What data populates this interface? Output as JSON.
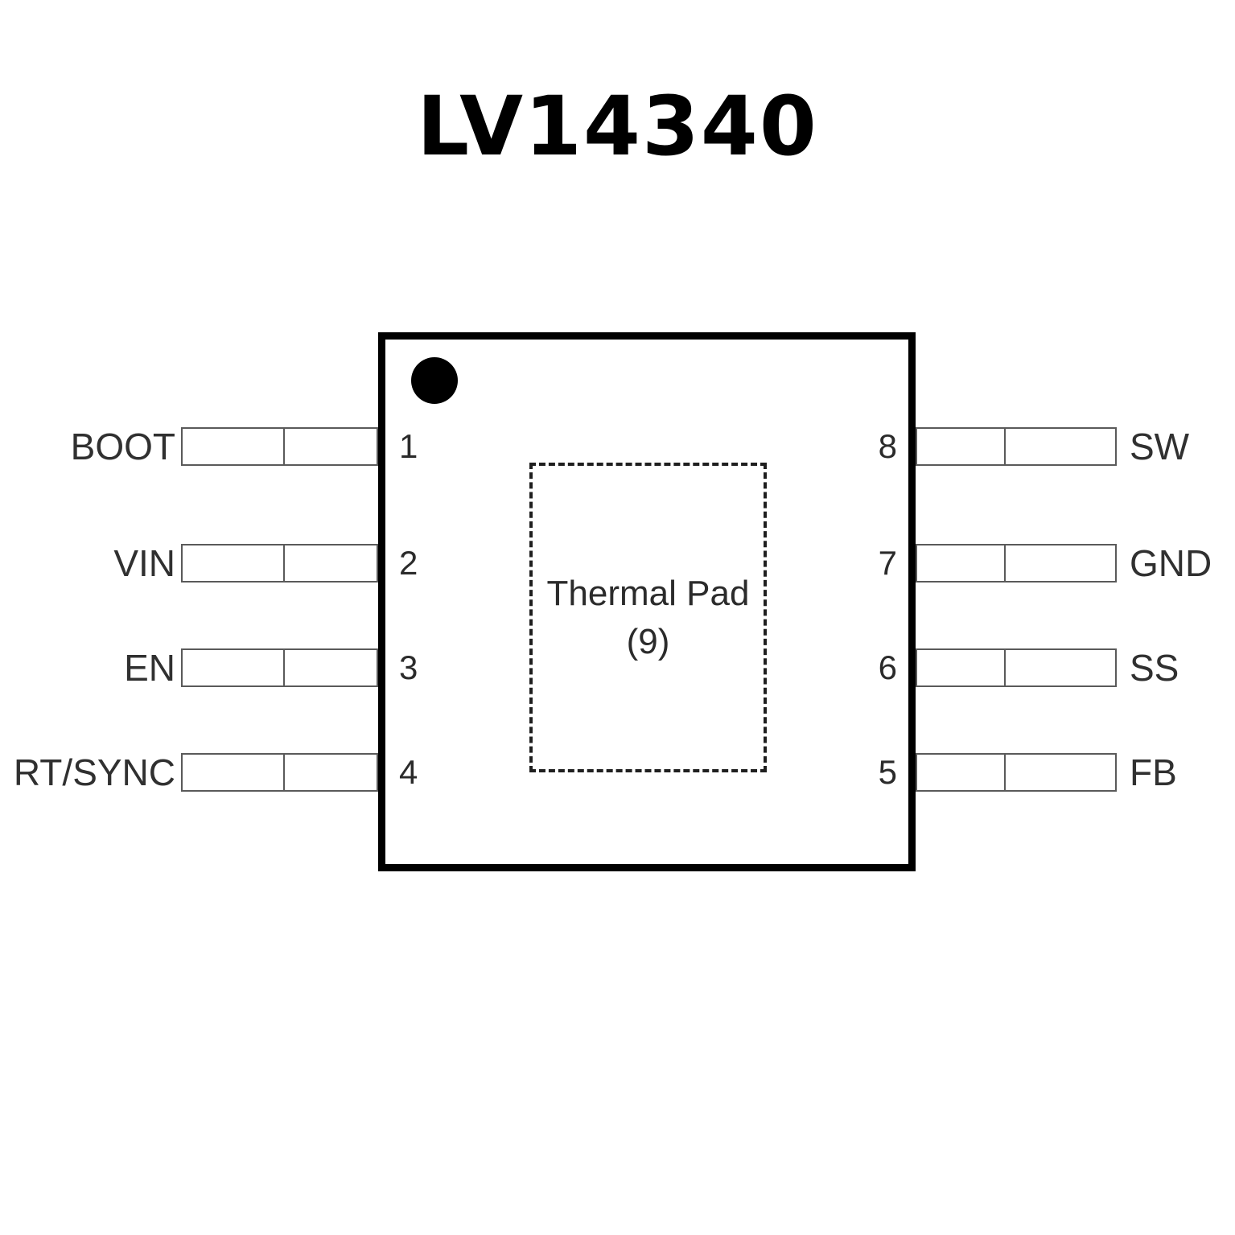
{
  "title": "LV14340",
  "chip": {
    "thermal_pad": {
      "label": "Thermal Pad",
      "pin": "(9)"
    },
    "pins": {
      "left": [
        {
          "number": "1",
          "label": "BOOT"
        },
        {
          "number": "2",
          "label": "VIN"
        },
        {
          "number": "3",
          "label": "EN"
        },
        {
          "number": "4",
          "label": "RT/SYNC"
        }
      ],
      "right": [
        {
          "number": "8",
          "label": "SW"
        },
        {
          "number": "7",
          "label": "GND"
        },
        {
          "number": "6",
          "label": "SS"
        },
        {
          "number": "5",
          "label": "FB"
        }
      ]
    }
  }
}
